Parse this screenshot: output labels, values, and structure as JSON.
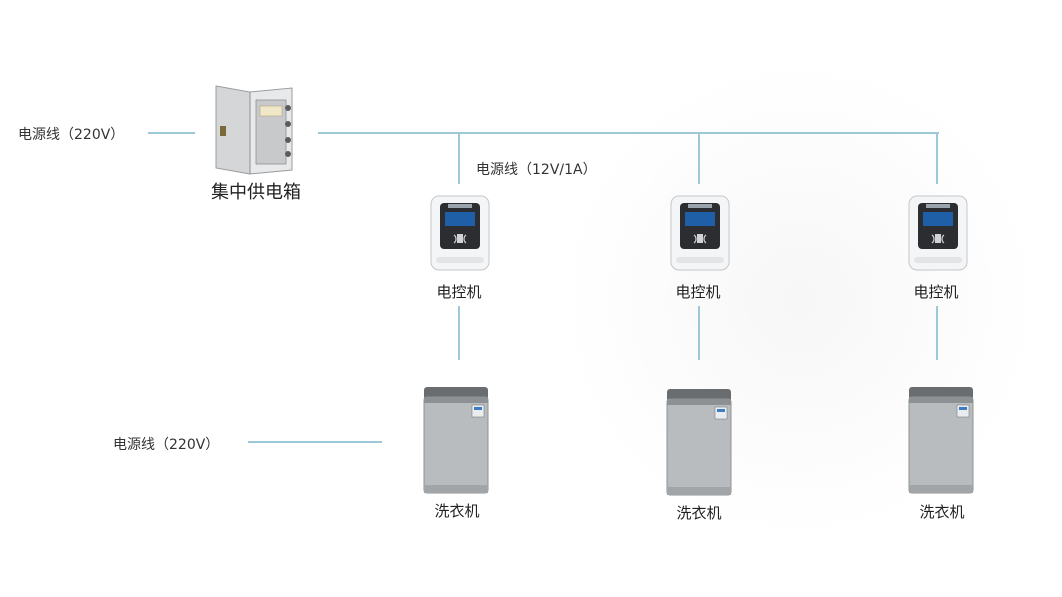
{
  "power_box": {
    "label": "集中供电箱"
  },
  "mains_line_top": {
    "label": "电源线（220V）"
  },
  "low_voltage_line": {
    "label": "电源线（12V/1A）"
  },
  "mains_line_bottom": {
    "label": "电源线（220V）"
  },
  "controllers": [
    {
      "label": "电控机"
    },
    {
      "label": "电控机"
    },
    {
      "label": "电控机"
    }
  ],
  "washers": [
    {
      "label": "洗衣机"
    },
    {
      "label": "洗衣机"
    },
    {
      "label": "洗衣机"
    }
  ],
  "colors": {
    "wire": "#9cc8d8",
    "controller_screen": "#1f5fa8",
    "washer_body": "#b9bcbf"
  }
}
